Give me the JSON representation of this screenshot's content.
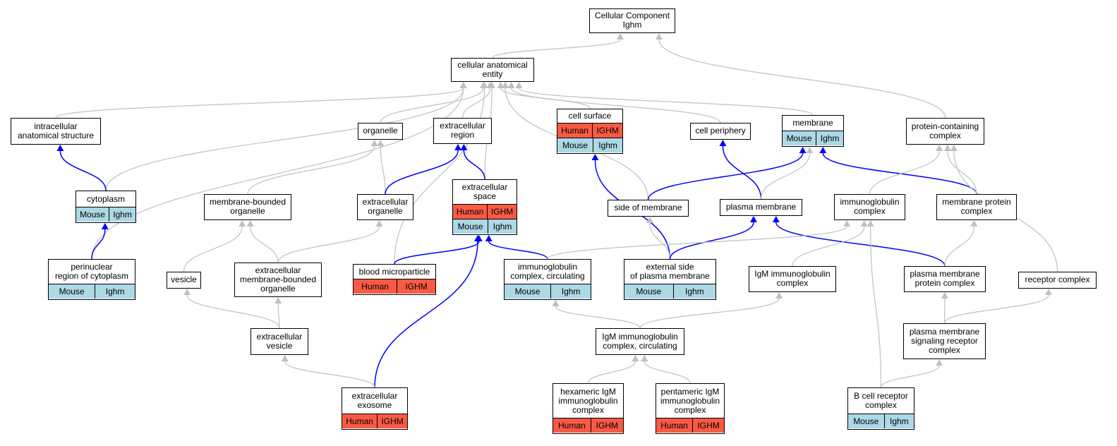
{
  "colors": {
    "human": "#fa5a44",
    "mouse": "#add8e6",
    "edge_gray": "#c0c0c0",
    "edge_blue": "#0000ff"
  },
  "nodes": [
    {
      "id": "root",
      "label": "Cellular Component\nIghm"
    },
    {
      "id": "cae",
      "label": "cellular anatomical\nentity"
    },
    {
      "id": "ias",
      "label": "intracellular\nanatomical structure"
    },
    {
      "id": "organelle",
      "label": "organelle"
    },
    {
      "id": "ecr",
      "label": "extracellular\nregion"
    },
    {
      "id": "cs",
      "label": "cell surface",
      "rows": [
        [
          {
            "species": "human",
            "text": "Human"
          },
          {
            "species": "human",
            "text": "IGHM"
          }
        ],
        [
          {
            "species": "mouse",
            "text": "Mouse"
          },
          {
            "species": "mouse",
            "text": "Ighm"
          }
        ]
      ]
    },
    {
      "id": "cp",
      "label": "cell periphery"
    },
    {
      "id": "mem",
      "label": "membrane",
      "rows": [
        [
          {
            "species": "mouse",
            "text": "Mouse"
          },
          {
            "species": "mouse",
            "text": "Ighm"
          }
        ]
      ]
    },
    {
      "id": "pcc",
      "label": "protein-containing\ncomplex"
    },
    {
      "id": "cyto",
      "label": "cytoplasm",
      "rows": [
        [
          {
            "species": "mouse",
            "text": "Mouse"
          },
          {
            "species": "mouse",
            "text": "Ighm"
          }
        ]
      ]
    },
    {
      "id": "mbo",
      "label": "membrane-bounded\norganelle"
    },
    {
      "id": "eco",
      "label": "extracellular\norganelle"
    },
    {
      "id": "ecs",
      "label": "extracellular\nspace",
      "rows": [
        [
          {
            "species": "human",
            "text": "Human"
          },
          {
            "species": "human",
            "text": "IGHM"
          }
        ],
        [
          {
            "species": "mouse",
            "text": "Mouse"
          },
          {
            "species": "mouse",
            "text": "Ighm"
          }
        ]
      ]
    },
    {
      "id": "som",
      "label": "side of membrane"
    },
    {
      "id": "pm",
      "label": "plasma membrane"
    },
    {
      "id": "igc",
      "label": "immunoglobulin\ncomplex"
    },
    {
      "id": "mpc",
      "label": "membrane protein\ncomplex"
    },
    {
      "id": "prc",
      "label": "perinuclear\nregion of cytoplasm",
      "rows": [
        [
          {
            "species": "mouse",
            "text": "Mouse"
          },
          {
            "species": "mouse",
            "text": "Ighm"
          }
        ]
      ]
    },
    {
      "id": "ves",
      "label": "vesicle"
    },
    {
      "id": "ecmbo",
      "label": "extracellular\nmembrane-bounded\norganelle"
    },
    {
      "id": "bmp",
      "label": "blood microparticle",
      "rows": [
        [
          {
            "species": "human",
            "text": "Human"
          },
          {
            "species": "human",
            "text": "IGHM"
          }
        ]
      ]
    },
    {
      "id": "igcc",
      "label": "immunoglobulin\ncomplex, circulating",
      "rows": [
        [
          {
            "species": "mouse",
            "text": "Mouse"
          },
          {
            "species": "mouse",
            "text": "Ighm"
          }
        ]
      ]
    },
    {
      "id": "espm",
      "label": "external side\nof plasma membrane",
      "rows": [
        [
          {
            "species": "mouse",
            "text": "Mouse"
          },
          {
            "species": "mouse",
            "text": "Ighm"
          }
        ]
      ]
    },
    {
      "id": "igm",
      "label": "IgM immunoglobulin\ncomplex"
    },
    {
      "id": "pmpc",
      "label": "plasma membrane\nprotein complex"
    },
    {
      "id": "rc",
      "label": "receptor complex"
    },
    {
      "id": "ecv",
      "label": "extracellular\nvesicle"
    },
    {
      "id": "igmc",
      "label": "IgM immunoglobulin\ncomplex, circulating"
    },
    {
      "id": "pmsrc",
      "label": "plasma membrane\nsignaling receptor\ncomplex"
    },
    {
      "id": "exo",
      "label": "extracellular\nexosome",
      "rows": [
        [
          {
            "species": "human",
            "text": "Human"
          },
          {
            "species": "human",
            "text": "IGHM"
          }
        ]
      ]
    },
    {
      "id": "hex",
      "label": "hexameric IgM\nimmunoglobulin\ncomplex",
      "rows": [
        [
          {
            "species": "human",
            "text": "Human"
          },
          {
            "species": "human",
            "text": "IGHM"
          }
        ]
      ]
    },
    {
      "id": "pent",
      "label": "pentameric IgM\nimmunoglobulin\ncomplex",
      "rows": [
        [
          {
            "species": "human",
            "text": "Human"
          },
          {
            "species": "human",
            "text": "IGHM"
          }
        ]
      ]
    },
    {
      "id": "bcr",
      "label": "B cell receptor\ncomplex",
      "rows": [
        [
          {
            "species": "mouse",
            "text": "Mouse"
          },
          {
            "species": "mouse",
            "text": "Ighm"
          }
        ]
      ]
    }
  ],
  "edges": [
    {
      "from": "cae",
      "to": "root",
      "type": "gray"
    },
    {
      "from": "pcc",
      "to": "root",
      "type": "gray"
    },
    {
      "from": "ias",
      "to": "cae",
      "type": "gray"
    },
    {
      "from": "cyto",
      "to": "cae",
      "type": "gray"
    },
    {
      "from": "prc",
      "to": "cae",
      "type": "gray"
    },
    {
      "from": "bmp",
      "to": "cae",
      "type": "gray"
    },
    {
      "from": "organelle",
      "to": "cae",
      "type": "gray"
    },
    {
      "from": "ecr",
      "to": "cae",
      "type": "gray"
    },
    {
      "from": "ecs",
      "to": "cae",
      "type": "gray"
    },
    {
      "from": "cs",
      "to": "cae",
      "type": "gray"
    },
    {
      "from": "som",
      "to": "cae",
      "type": "gray"
    },
    {
      "from": "cp",
      "to": "cae",
      "type": "gray"
    },
    {
      "from": "mem",
      "to": "cae",
      "type": "gray"
    },
    {
      "from": "cyto",
      "to": "ias",
      "type": "blue"
    },
    {
      "from": "prc",
      "to": "cyto",
      "type": "blue"
    },
    {
      "from": "mbo",
      "to": "organelle",
      "type": "gray"
    },
    {
      "from": "eco",
      "to": "organelle",
      "type": "gray"
    },
    {
      "from": "eco",
      "to": "ecr",
      "type": "blue"
    },
    {
      "from": "ecs",
      "to": "ecr",
      "type": "blue"
    },
    {
      "from": "espm",
      "to": "cs",
      "type": "blue"
    },
    {
      "from": "pm",
      "to": "cp",
      "type": "blue"
    },
    {
      "from": "som",
      "to": "mem",
      "type": "blue"
    },
    {
      "from": "pm",
      "to": "mem",
      "type": "gray"
    },
    {
      "from": "mpc",
      "to": "mem",
      "type": "blue"
    },
    {
      "from": "igc",
      "to": "pcc",
      "type": "gray"
    },
    {
      "from": "mpc",
      "to": "pcc",
      "type": "gray"
    },
    {
      "from": "rc",
      "to": "pcc",
      "type": "gray"
    },
    {
      "from": "ves",
      "to": "mbo",
      "type": "gray"
    },
    {
      "from": "ecmbo",
      "to": "mbo",
      "type": "gray"
    },
    {
      "from": "ecmbo",
      "to": "eco",
      "type": "gray"
    },
    {
      "from": "bmp",
      "to": "ecs",
      "type": "blue"
    },
    {
      "from": "igcc",
      "to": "ecs",
      "type": "blue"
    },
    {
      "from": "exo",
      "to": "ecs",
      "type": "blue"
    },
    {
      "from": "espm",
      "to": "som",
      "type": "gray"
    },
    {
      "from": "espm",
      "to": "pm",
      "type": "blue"
    },
    {
      "from": "pmpc",
      "to": "pm",
      "type": "blue"
    },
    {
      "from": "igcc",
      "to": "igc",
      "type": "gray"
    },
    {
      "from": "igm",
      "to": "igc",
      "type": "gray"
    },
    {
      "from": "bcr",
      "to": "igc",
      "type": "gray"
    },
    {
      "from": "pmpc",
      "to": "mpc",
      "type": "gray"
    },
    {
      "from": "ecv",
      "to": "ves",
      "type": "gray"
    },
    {
      "from": "ecv",
      "to": "ecmbo",
      "type": "gray"
    },
    {
      "from": "igmc",
      "to": "igcc",
      "type": "gray"
    },
    {
      "from": "igmc",
      "to": "igm",
      "type": "gray"
    },
    {
      "from": "pmsrc",
      "to": "pmpc",
      "type": "gray"
    },
    {
      "from": "pmsrc",
      "to": "rc",
      "type": "gray"
    },
    {
      "from": "exo",
      "to": "ecv",
      "type": "gray"
    },
    {
      "from": "hex",
      "to": "igmc",
      "type": "gray"
    },
    {
      "from": "pent",
      "to": "igmc",
      "type": "gray"
    },
    {
      "from": "bcr",
      "to": "pmsrc",
      "type": "gray"
    }
  ]
}
